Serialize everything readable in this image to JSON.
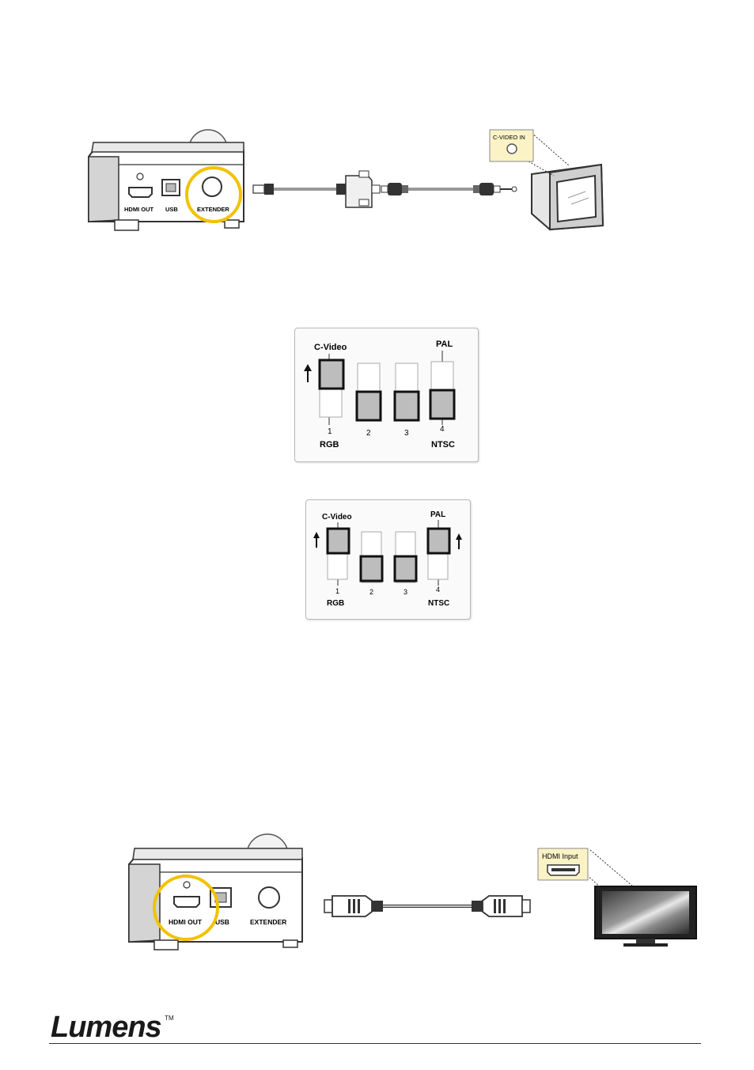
{
  "diagram_cvideo": {
    "ports": {
      "hdmi": "HDMI OUT",
      "usb": "USB",
      "extender": "EXTENDER"
    },
    "monitor_port_label": "C-VIDEO IN"
  },
  "dip_switch_1": {
    "top_left_label": "C-Video",
    "top_right_label": "PAL",
    "bottom_left_label": "RGB",
    "bottom_right_label": "NTSC",
    "switch_numbers": [
      "1",
      "2",
      "3",
      "4"
    ],
    "switch_positions": [
      "up",
      "down",
      "down",
      "down"
    ]
  },
  "dip_switch_2": {
    "top_left_label": "C-Video",
    "top_right_label": "PAL",
    "bottom_left_label": "RGB",
    "bottom_right_label": "NTSC",
    "switch_numbers": [
      "1",
      "2",
      "3",
      "4"
    ],
    "switch_positions": [
      "up",
      "down",
      "down",
      "up"
    ]
  },
  "diagram_hdmi": {
    "ports": {
      "hdmi": "HDMI OUT",
      "usb": "USB",
      "extender": "EXTENDER"
    },
    "tv_port_label": "HDMI Input"
  },
  "footer": {
    "logo_text": "Lumens",
    "trademark": "TM"
  },
  "colors": {
    "highlight_ring": "#f2c200",
    "switch_fill": "#bdbdbd",
    "logo": "#1a1a1a"
  }
}
